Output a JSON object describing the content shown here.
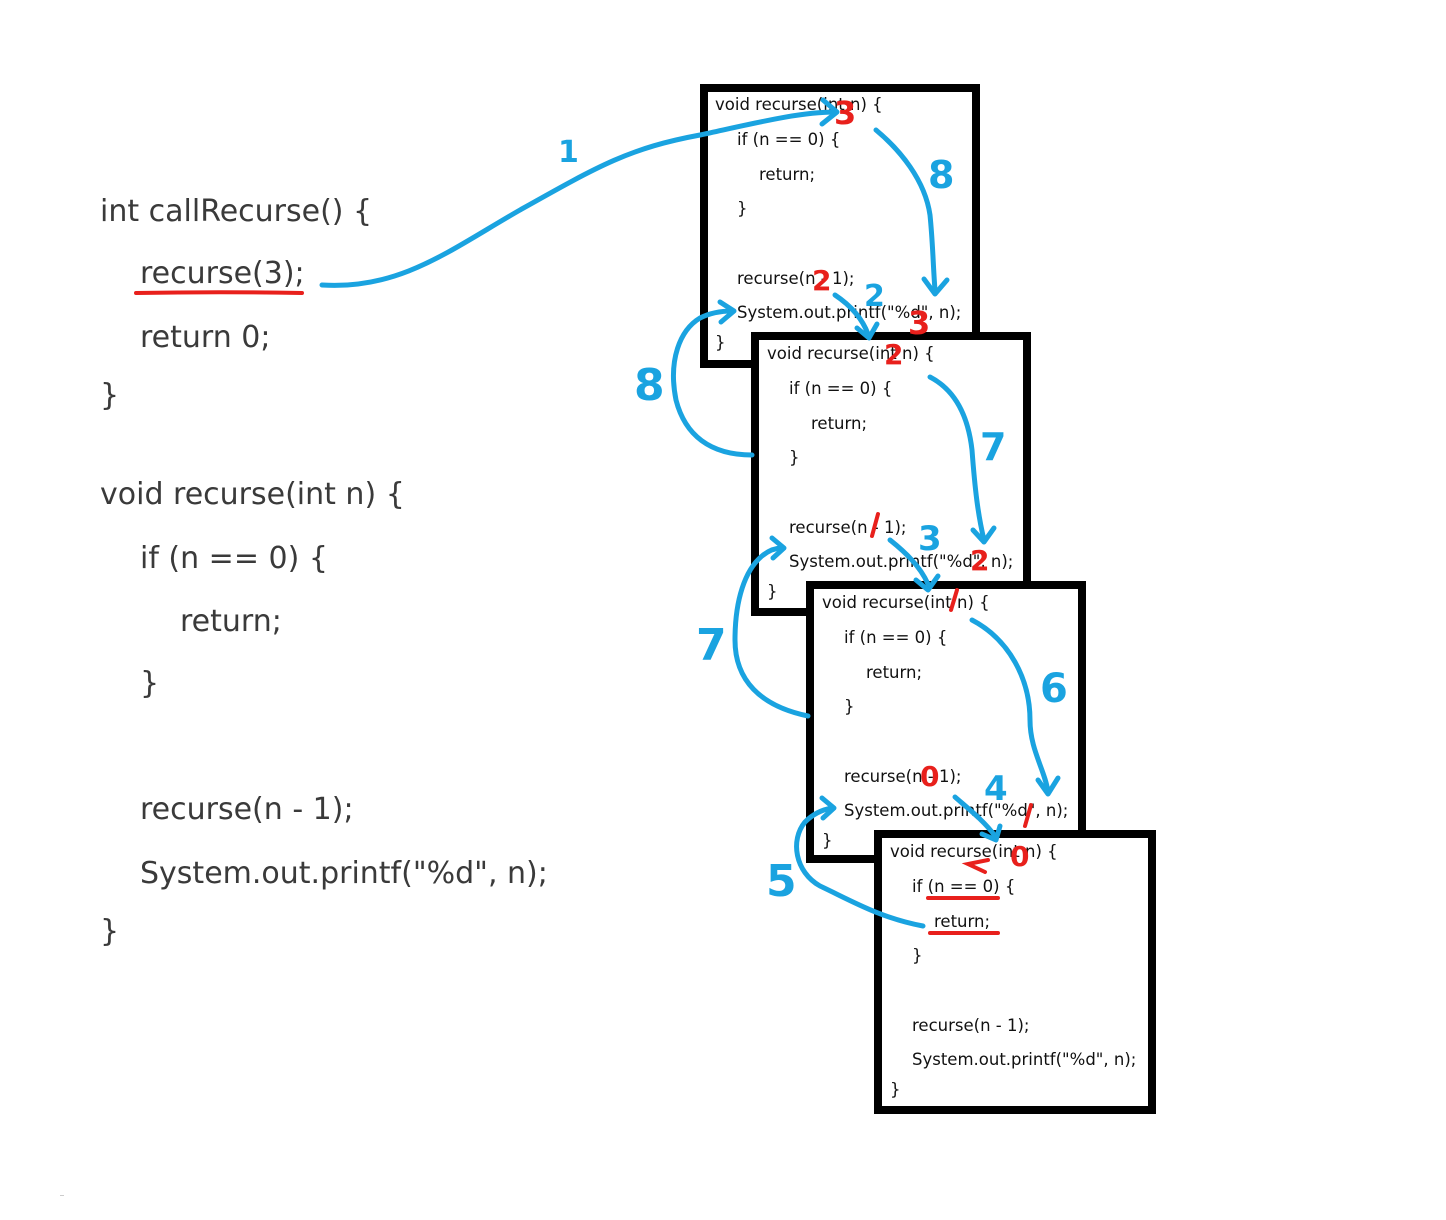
{
  "main_code": [
    "int callRecurse() {",
    "recurse(3);",
    "return 0;",
    "}",
    "void recurse(int n) {",
    "if (n == 0) {",
    "return;",
    "}",
    "recurse(n - 1);",
    "System.out.printf(\"%d\", n);",
    "}"
  ],
  "frame_code": [
    "void recurse(int n) {",
    "if (n == 0) {",
    "return;",
    "}",
    "recurse(n - 1);",
    "System.out.printf(\"%d\", n);",
    "}"
  ],
  "annotations": {
    "step_1": "1",
    "step_2": "2",
    "step_3": "3",
    "step_4": "4",
    "step_5": "5",
    "step_6": "6",
    "step_7": "7",
    "step_8": "8",
    "step_7_return": "7",
    "step_8_return": "8",
    "n_frame1": "3",
    "n_frame2": "2",
    "n_frame3": "1",
    "n_frame4": "0",
    "arg_frame1": "2",
    "arg_frame2": "1",
    "arg_frame3": "0",
    "print_frame1": "3",
    "print_frame2": "2",
    "print_frame3": "1"
  },
  "colors": {
    "arrow": "#1aa3e0",
    "highlight": "#e8201c",
    "frame_border": "#000000"
  }
}
